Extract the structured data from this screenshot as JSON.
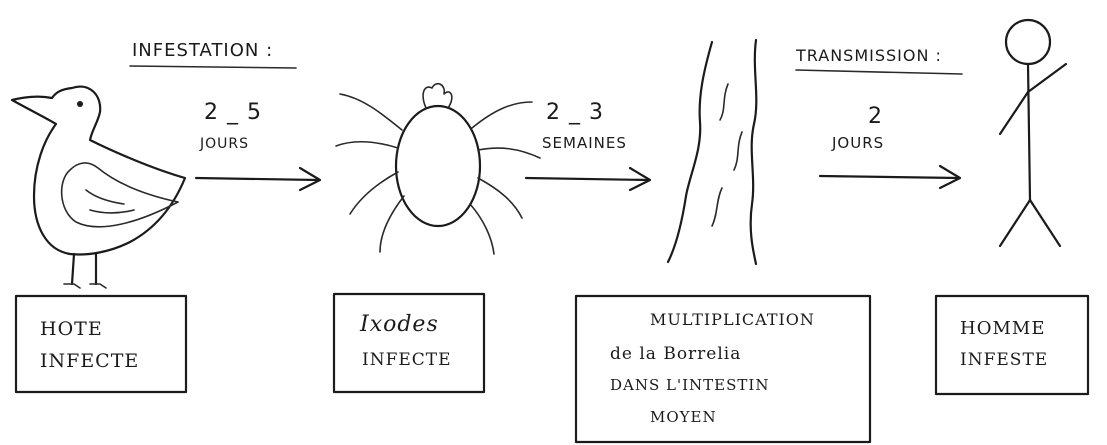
{
  "labels": {
    "infestation": "Infestation :",
    "transmission": "Transmission :",
    "delay_1": {
      "value": "2 _ 5",
      "unit": "Jours"
    },
    "delay_2": {
      "value": "2 _ 3",
      "unit": "Semaines"
    },
    "delay_3": {
      "value": "2",
      "unit": "Jours"
    }
  },
  "boxes": [
    {
      "lines": [
        "Hote",
        "Infecte"
      ]
    },
    {
      "lines": [
        "Ixodes",
        "Infecte"
      ]
    },
    {
      "lines": [
        "Multiplication",
        "de la Borrelia",
        "dans l'intestin",
        "moyen"
      ]
    },
    {
      "lines": [
        "Homme",
        "Infeste"
      ]
    }
  ],
  "figures": [
    {
      "icon": "bird-icon"
    },
    {
      "icon": "tick-icon"
    },
    {
      "icon": "intestine-icon"
    },
    {
      "icon": "stick-man-icon"
    }
  ]
}
